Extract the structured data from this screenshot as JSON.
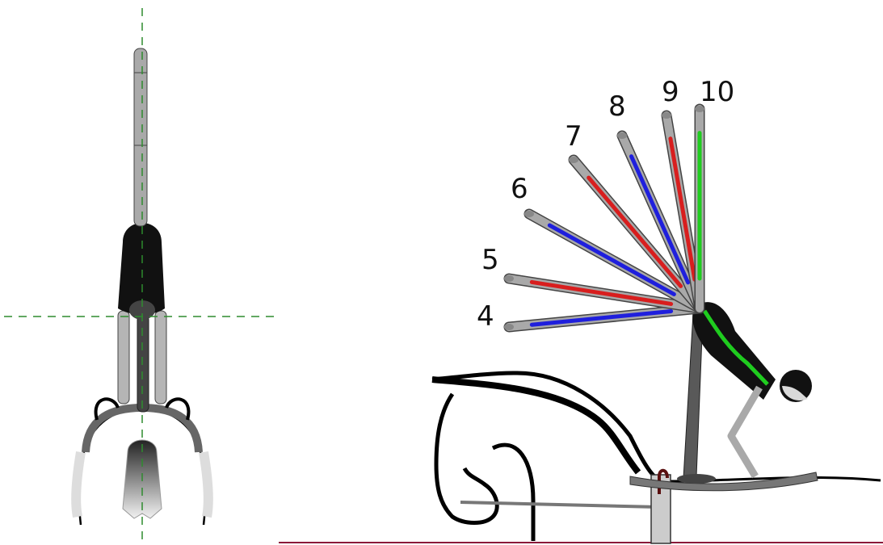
{
  "diagram": {
    "positions": [
      {
        "label": "4",
        "color": "#1f1fdd"
      },
      {
        "label": "5",
        "color": "#d81e1e"
      },
      {
        "label": "6",
        "color": "#1f1fdd"
      },
      {
        "label": "7",
        "color": "#d81e1e"
      },
      {
        "label": "8",
        "color": "#1f1fdd"
      },
      {
        "label": "9",
        "color": "#d81e1e"
      },
      {
        "label": "10",
        "color": "#1fcc1f"
      }
    ],
    "colors": {
      "limb_gray": "#a9a9a9",
      "dark_gray": "#595959",
      "torso": "#111111",
      "guide_line": "#2e8b2e",
      "ground_line": "#8b1a3a"
    }
  }
}
